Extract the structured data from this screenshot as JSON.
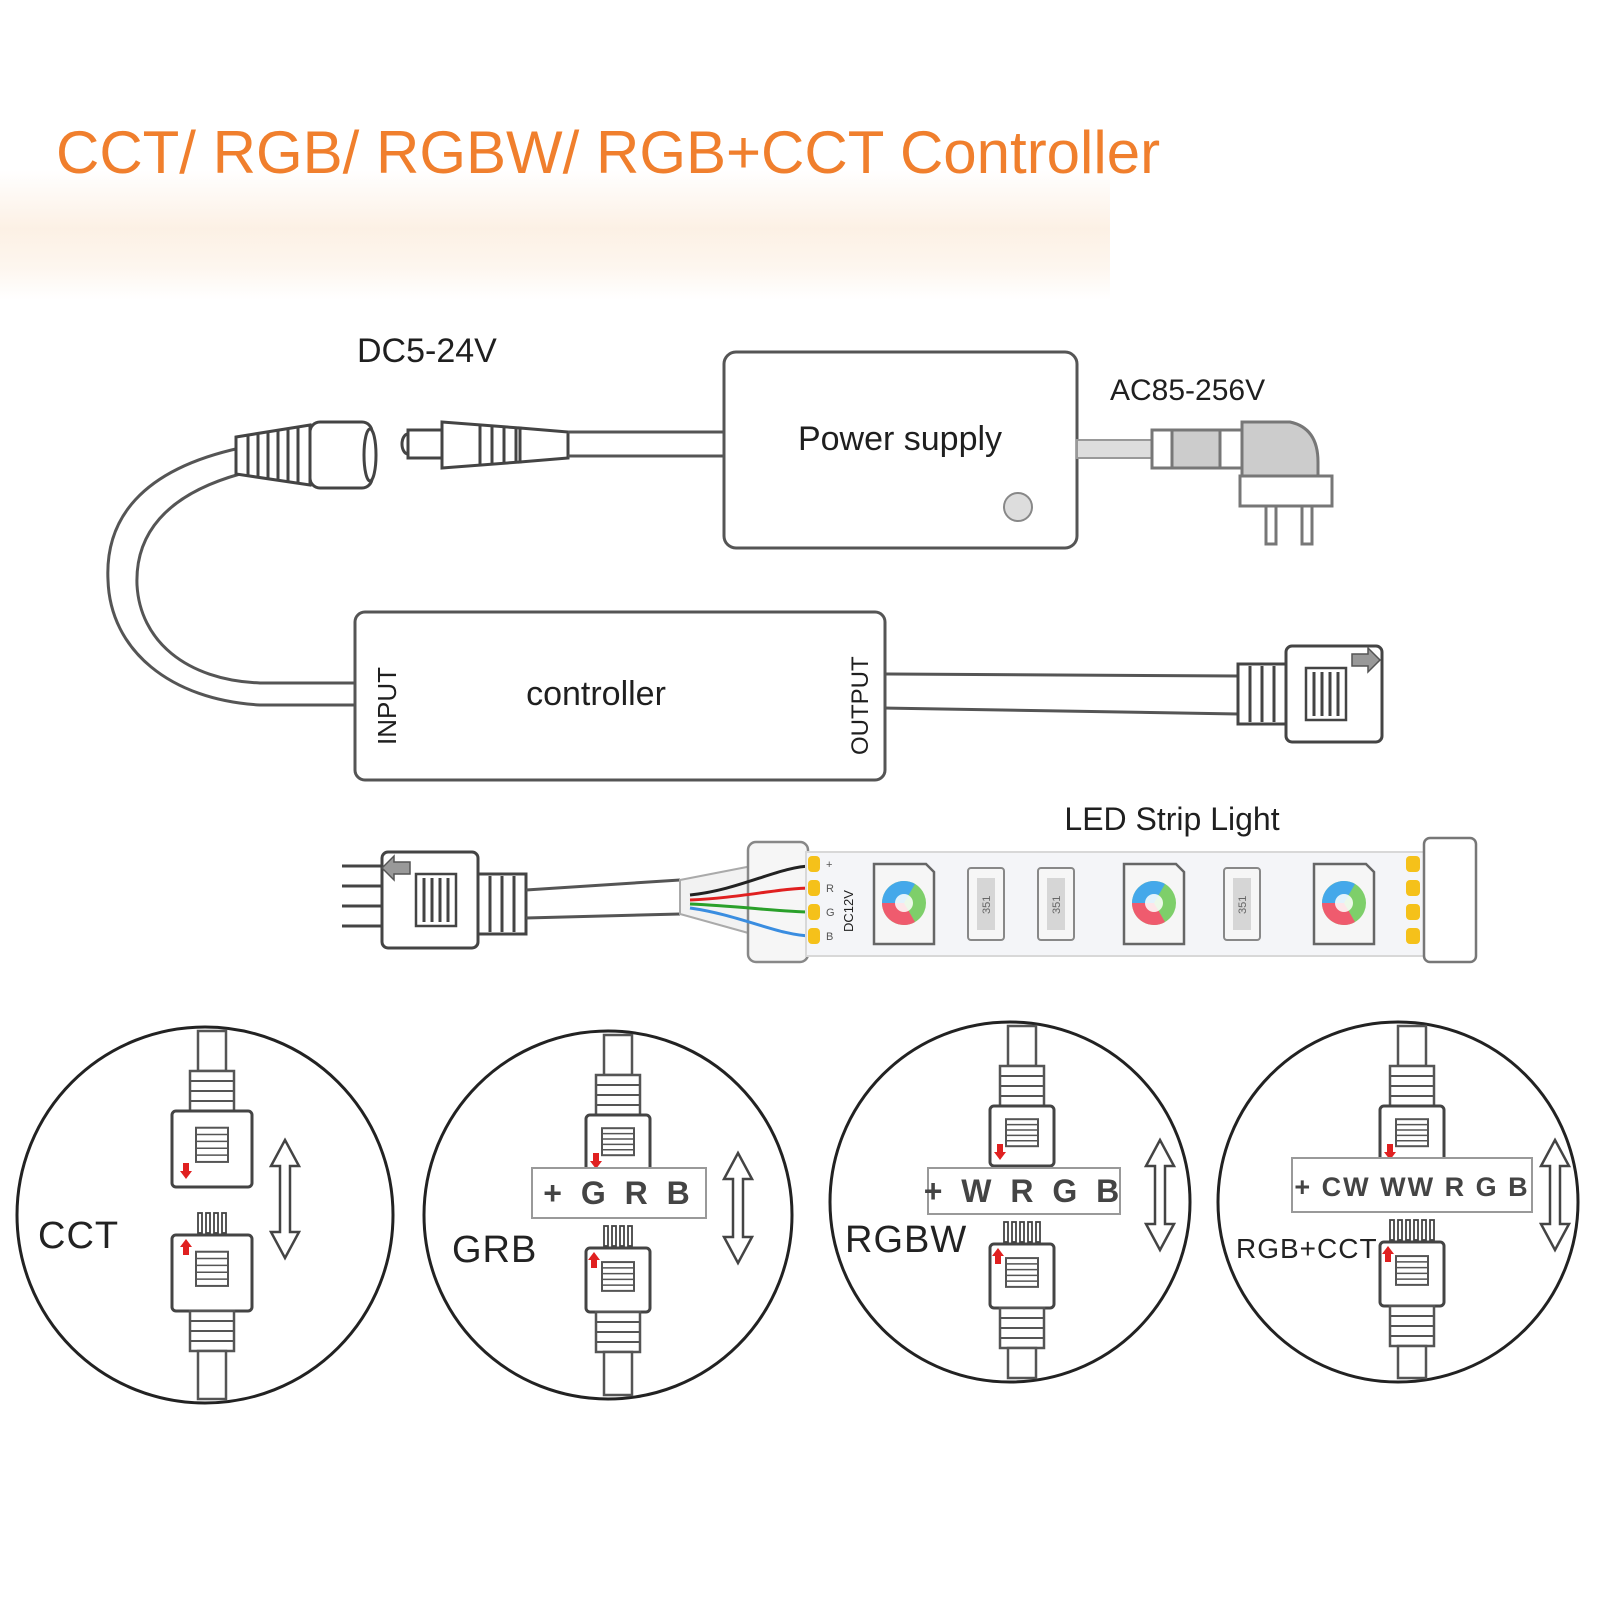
{
  "title": "CCT/ RGB/ RGBW/ RGB+CCT Controller",
  "labels": {
    "dc_input": "DC5-24V",
    "power_supply": "Power supply",
    "ac_input": "AC85-256V",
    "controller": "controller",
    "controller_input": "INPUT",
    "controller_output": "OUTPUT",
    "led_strip": "LED Strip Light",
    "strip_voltage": "DC12V",
    "strip_pins": [
      "+",
      "R",
      "G",
      "B"
    ],
    "resistor_code": "351"
  },
  "wire_colors": {
    "black": "#222222",
    "red": "#e02020",
    "green": "#2aa02a",
    "blue": "#3a8de0"
  },
  "accent_color": "#f07f2d",
  "connection_types": [
    {
      "name": "CCT",
      "pins": ""
    },
    {
      "name": "GRB",
      "pins": "+ G R B"
    },
    {
      "name": "RGBW",
      "pins": "+ W R G B"
    },
    {
      "name": "RGB+CCT",
      "pins": "+ CW WW R G B"
    }
  ]
}
